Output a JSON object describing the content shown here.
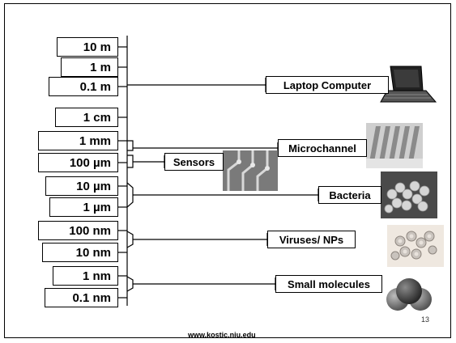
{
  "scale_labels": [
    "10 m",
    "1 m",
    "0.1 m",
    "1 cm",
    "1 mm",
    "100 µm",
    "10 µm",
    "1 µm",
    "100 nm",
    "10 nm",
    "1 nm",
    "0.1 nm"
  ],
  "objects": {
    "laptop": "Laptop Computer",
    "microchannel": "Microchannel",
    "sensors": "Sensors",
    "bacteria": "Bacteria",
    "viruses": "Viruses/ NPs",
    "molecules": "Small molecules"
  },
  "page_number": "13",
  "footer": "www.kostic.niu.edu"
}
